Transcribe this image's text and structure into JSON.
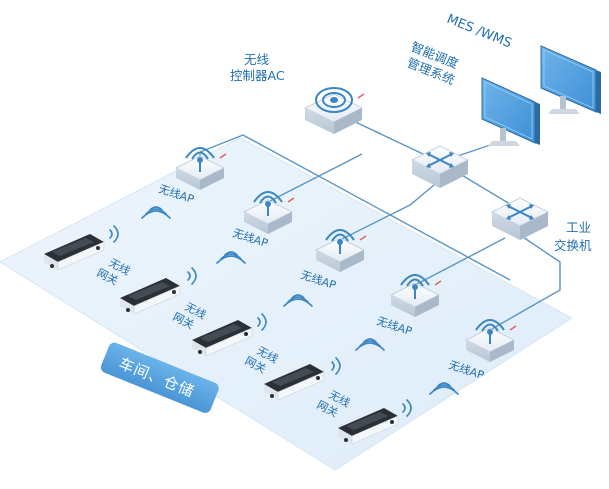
{
  "labels": {
    "mes_wms": "MES /WMS",
    "scheduling_line1": "智能调度",
    "scheduling_line2": "管理系统",
    "controller_line1": "无线",
    "controller_line2": "控制器AC",
    "switch_line1": "工业",
    "switch_line2": "交换机",
    "ap": "无线AP",
    "gateway_line1": "无线",
    "gateway_line2": "网关",
    "zone": "车间、仓储"
  },
  "colors": {
    "floor": "#e6f1fb",
    "floor_edge": "#d3e6f6",
    "link": "#5a95c8",
    "zone_badge": "#5aa3de",
    "label": "#1f6fb0",
    "wave": "#3c86c4"
  },
  "icons": {
    "monitor": "monitor-icon",
    "controller": "wireless-controller-icon",
    "switch": "switch-icon",
    "ap": "access-point-icon",
    "gateway": "gateway-device-icon",
    "signal": "wifi-signal-icon"
  }
}
